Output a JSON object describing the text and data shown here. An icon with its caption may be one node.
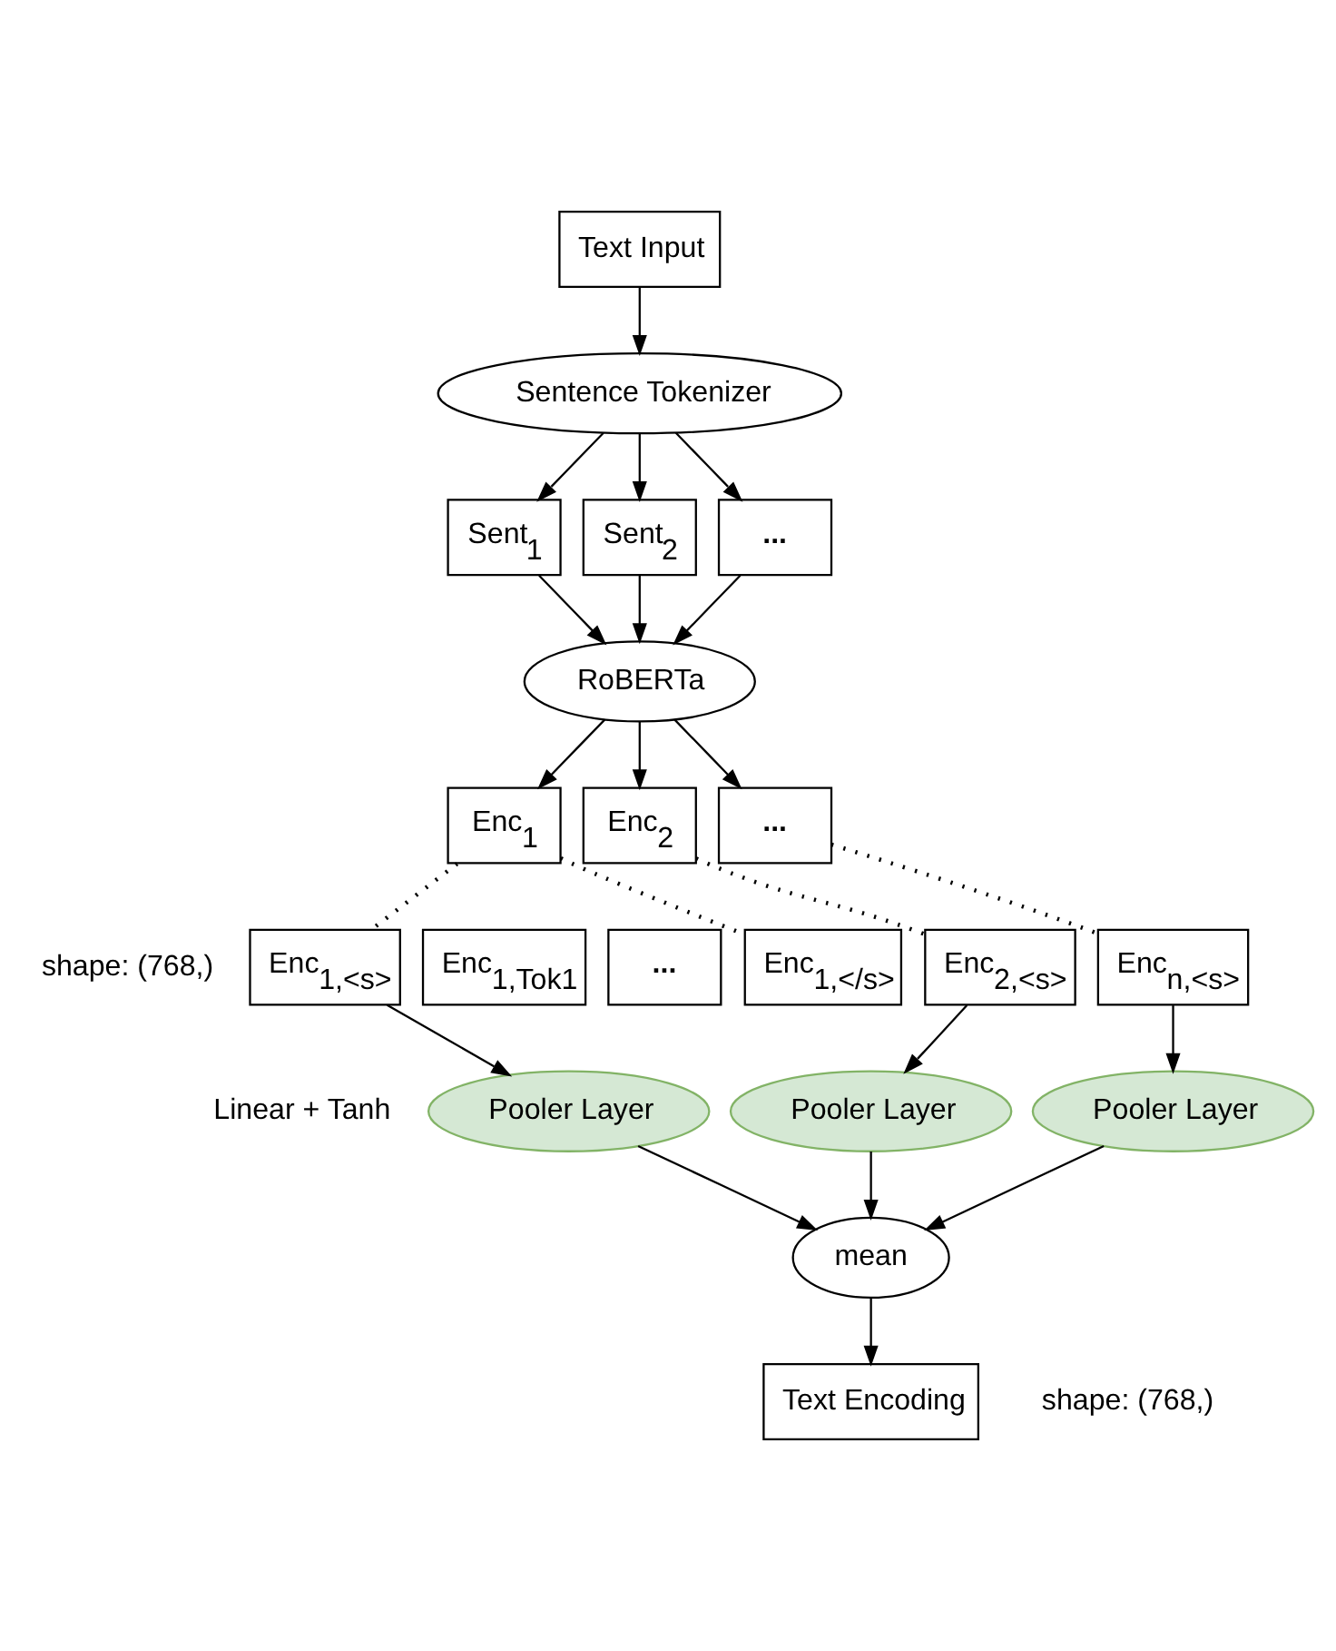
{
  "diagram": {
    "nodes": [
      {
        "text": [
          "Text Input"
        ]
      },
      {
        "text": [
          "Sentence Tokenizer"
        ]
      },
      {
        "text": [
          "Sent$_{1}$"
        ]
      },
      {
        "text": [
          "Sent$_{2}$"
        ]
      },
      {
        "text": [
          "**...**"
        ]
      },
      {
        "text": [
          "RoBERTa"
        ]
      },
      {
        "text": [
          "Enc$_{1}$"
        ]
      },
      {
        "text": [
          "Enc$_{2}$"
        ]
      },
      {
        "text": [
          "**...**"
        ]
      },
      {
        "text": [
          "Enc$_{1,<s>}$"
        ]
      },
      {
        "text": [
          "Enc$_{1,Tok1}$"
        ]
      },
      {
        "text": [
          "**...**"
        ]
      },
      {
        "text": [
          "Enc$_{1,</s>}$"
        ]
      },
      {
        "text": [
          "Enc$_{2,<s>}$"
        ]
      },
      {
        "text": [
          "Enc$_{n,<s>}$"
        ]
      },
      {
        "text": [
          "Pooler Layer"
        ]
      },
      {
        "text": [
          "Pooler Layer"
        ]
      },
      {
        "text": [
          "Pooler Layer"
        ]
      },
      {
        "text": [
          "mean"
        ]
      },
      {
        "text": [
          "Text Encoding"
        ],
        "beside": [
          "shape: (768,)"
        ]
      }
    ],
    "edges": [
      {
        "from": 0,
        "to": 1,
        "arrow": "to"
      },
      {
        "from": 1,
        "to": 2,
        "arrow": "to"
      },
      {
        "from": 1,
        "to": 3,
        "arrow": "to"
      },
      {
        "from": 1,
        "to": 4,
        "arrow": "to"
      },
      {
        "from": 2,
        "to": 5,
        "arrow": "to"
      },
      {
        "from": 3,
        "to": 5,
        "arrow": "to"
      },
      {
        "from": 4,
        "to": 5,
        "arrow": "to"
      },
      {
        "from": 5,
        "to": 6,
        "arrow": "to"
      },
      {
        "from": 5,
        "to": 7,
        "arrow": "to"
      },
      {
        "from": 5,
        "to": 8,
        "arrow": "to"
      },
      {
        "from": 6,
        "to": 9,
        "arrow": "none",
        "style": "dashed"
      },
      {
        "from": 6,
        "to": 12,
        "arrow": "none",
        "style": "dashed"
      },
      {
        "from": 7,
        "to": 13,
        "arrow": "none",
        "style": "dashed"
      },
      {
        "from": 8,
        "to": 14,
        "arrow": "none",
        "style": "dashed"
      },
      {
        "from": 9,
        "to": 15,
        "arrow": "to"
      },
      {
        "from": 13,
        "to": 16,
        "arrow": "to"
      },
      {
        "from": 14,
        "to": 17,
        "arrow": "to"
      },
      {
        "from": 15,
        "to": 18,
        "arrow": "to"
      },
      {
        "from": 16,
        "to": 18,
        "arrow": "to"
      },
      {
        "from": 17,
        "to": 18,
        "arrow": "to"
      },
      {
        "from": 18,
        "to": 19,
        "arrow": "to"
      }
    ],
    "labels": [
      "shape: (768,)",
      "Linear + Tanh"
    ]
  }
}
